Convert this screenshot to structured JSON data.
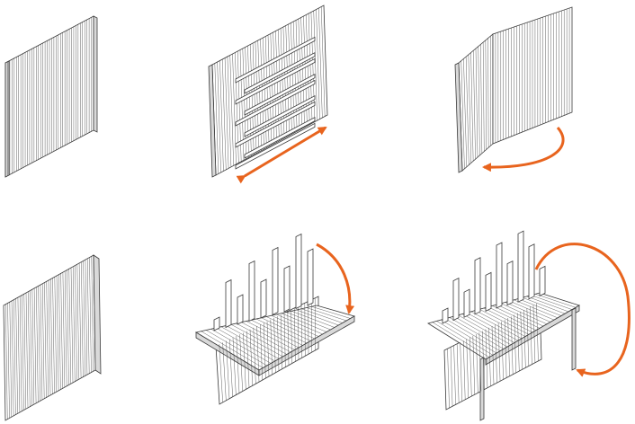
{
  "diagram": {
    "panels": [
      {
        "id": "flat-panel",
        "step": 1
      },
      {
        "id": "slide-panel",
        "step": 2
      },
      {
        "id": "fold-panel",
        "step": 3
      },
      {
        "id": "flat-panel-alt",
        "step": 4
      },
      {
        "id": "rotate-down",
        "step": 5
      },
      {
        "id": "table-form",
        "step": 6
      }
    ],
    "colors": {
      "stroke": "#3a3a3a",
      "fill": "#ffffff",
      "shade": "#d9d9d9",
      "arrow": "#e8641e"
    },
    "arrows": [
      {
        "id": "slide-arrow",
        "type": "double",
        "panel": 2
      },
      {
        "id": "fold-arrow",
        "type": "curved",
        "panel": 3
      },
      {
        "id": "rotate-arrow",
        "type": "curved",
        "panel": 5
      },
      {
        "id": "loop-arrow",
        "type": "loop",
        "panel": 6
      }
    ]
  }
}
